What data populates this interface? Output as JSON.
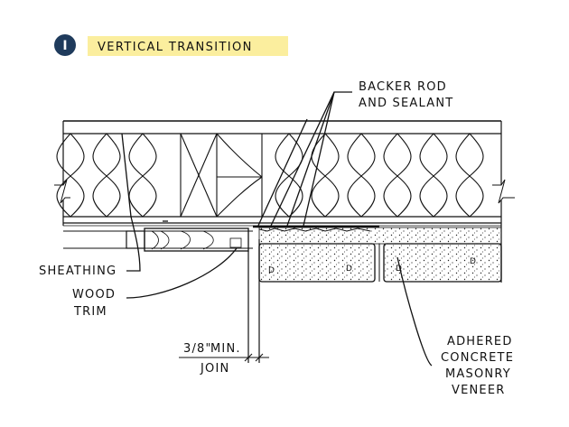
{
  "header": {
    "badge": "I",
    "title": "VERTICAL TRANSITION",
    "badge_color": "#1f3b5c",
    "highlight_color": "#fbee9e"
  },
  "labels": {
    "backer_rod_line1": "BACKER ROD",
    "backer_rod_line2": "AND SEALANT",
    "sheathing": "SHEATHING",
    "wood_trim_line1": "WOOD",
    "wood_trim_line2": "TRIM",
    "gap_fraction": "3/8\"",
    "gap_min": "MIN.",
    "gap_join": "JOIN",
    "veneer_line1": "ADHERED",
    "veneer_line2": "CONCRETE",
    "veneer_line3": "MASONRY",
    "veneer_line4": "VENEER"
  }
}
